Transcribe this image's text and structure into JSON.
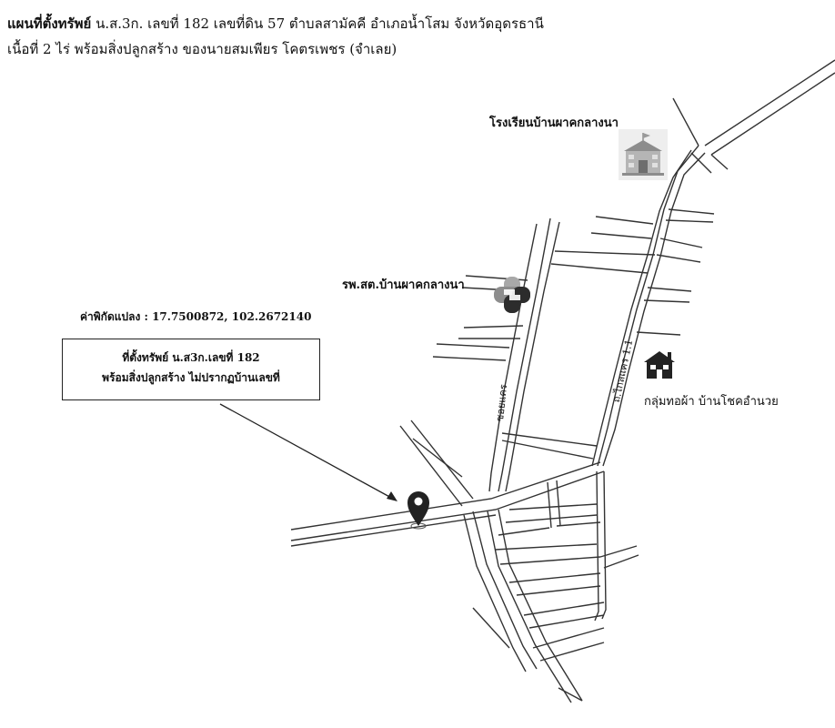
{
  "header": {
    "title_bold": "แผนที่ตั้งทรัพย์",
    "title_rest": " น.ส.3ก. เลขที่ 182 เลขที่ดิน 57 ตำบลสามัคคี อำเภอน้ำโสม จังหวัดอุดรธานี",
    "subtitle": "เนื้อที่ 2 ไร่ พร้อมสิ่งปลูกสร้าง ของนายสมเพียร โคตรเพชร (จำเลย)"
  },
  "landmarks": {
    "school": "โรงเรียนบ้านผาคกลางนา",
    "hospital": "รพ.สต.บ้านผาคกลางนา",
    "shop": "กลุ่มทอผ้า บ้านโชคอำนวย"
  },
  "coordinates_label": "ค่าพิกัดแปลง : 17.7500872, 102.2672140",
  "property_box": {
    "line1": "ที่ตั้งทรัพย์ น.ส3ก.เลขที่ 182",
    "line2": "พร้อมสิ่งปลูกสร้าง ไม่ปรากฏบ้านเลขที่"
  },
  "road_labels": {
    "main": "ถ.ไกลแคร 1.1",
    "side": "ซอยแคร"
  },
  "icons": {
    "pin": "map-pin-icon",
    "school": "school-building-icon",
    "hospital": "health-center-cross-icon",
    "shop": "house-shop-icon"
  }
}
